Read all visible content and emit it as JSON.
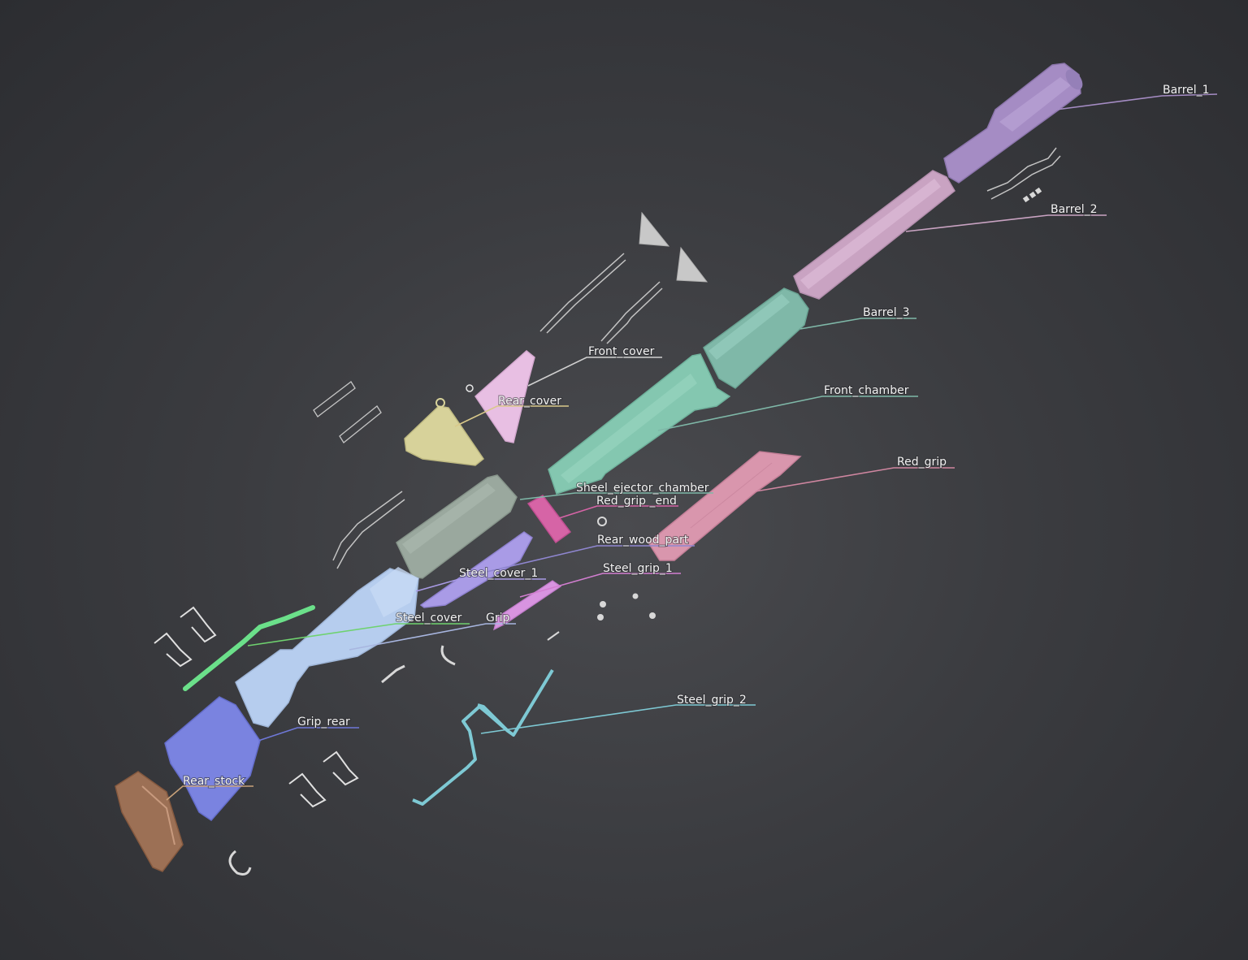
{
  "background": "#3b3c40",
  "parts": [
    {
      "name": "Barrel_1",
      "color": "#a58cc4",
      "leader": "#a58cc4"
    },
    {
      "name": "Barrel_2",
      "color": "#c9a3c2",
      "leader": "#c9a3c2"
    },
    {
      "name": "Barrel_3",
      "color": "#7fb8a8",
      "leader": "#7fb8a8"
    },
    {
      "name": "Front_cover",
      "color": "#b5b5b5",
      "leader": "#d0d0d0"
    },
    {
      "name": "Rear_cover",
      "color": "#e8bfe3",
      "leader": "#d9c98a"
    },
    {
      "name": "Front_chamber",
      "color": "#84c7b0",
      "leader": "#7fb8a8"
    },
    {
      "name": "Red_grip",
      "color": "#d996ad",
      "leader": "#cf86a0"
    },
    {
      "name": "Sheel_ejector_chamber",
      "color": "#9aa89e",
      "leader": "#7fb8a8"
    },
    {
      "name": "Red_grip _end",
      "color": "#d664a6",
      "leader": "#d664a6"
    },
    {
      "name": "Rear_wood_part",
      "color": "#a8a0e6",
      "leader": "#8f86d0"
    },
    {
      "name": "Steel_grip_1",
      "color": "#c9c9c9",
      "leader": "#d27ed0"
    },
    {
      "name": "Steel_cover_1",
      "color": "#a99be6",
      "leader": "#a99be6"
    },
    {
      "name": "Steel_cover",
      "color": "#b6cdee",
      "leader": "#6fd26f"
    },
    {
      "name": "Grip",
      "color": "#d894e0",
      "leader": "#a8b6e0"
    },
    {
      "name": "Steel_grip_2",
      "color": "#7ec9d4",
      "leader": "#7ec9d4"
    },
    {
      "name": "Grip_rear",
      "color": "#adc6ea",
      "leader": "#6f78d8"
    },
    {
      "name": "Rear_stock",
      "color": "#7a83e0",
      "leader": "#c9a27a"
    }
  ],
  "colors": {
    "butt_pad": "#9c7055",
    "wire_gray": "#c4c4c4",
    "trim_green": "#6be08a",
    "small_parts": "#d8d8d8"
  }
}
